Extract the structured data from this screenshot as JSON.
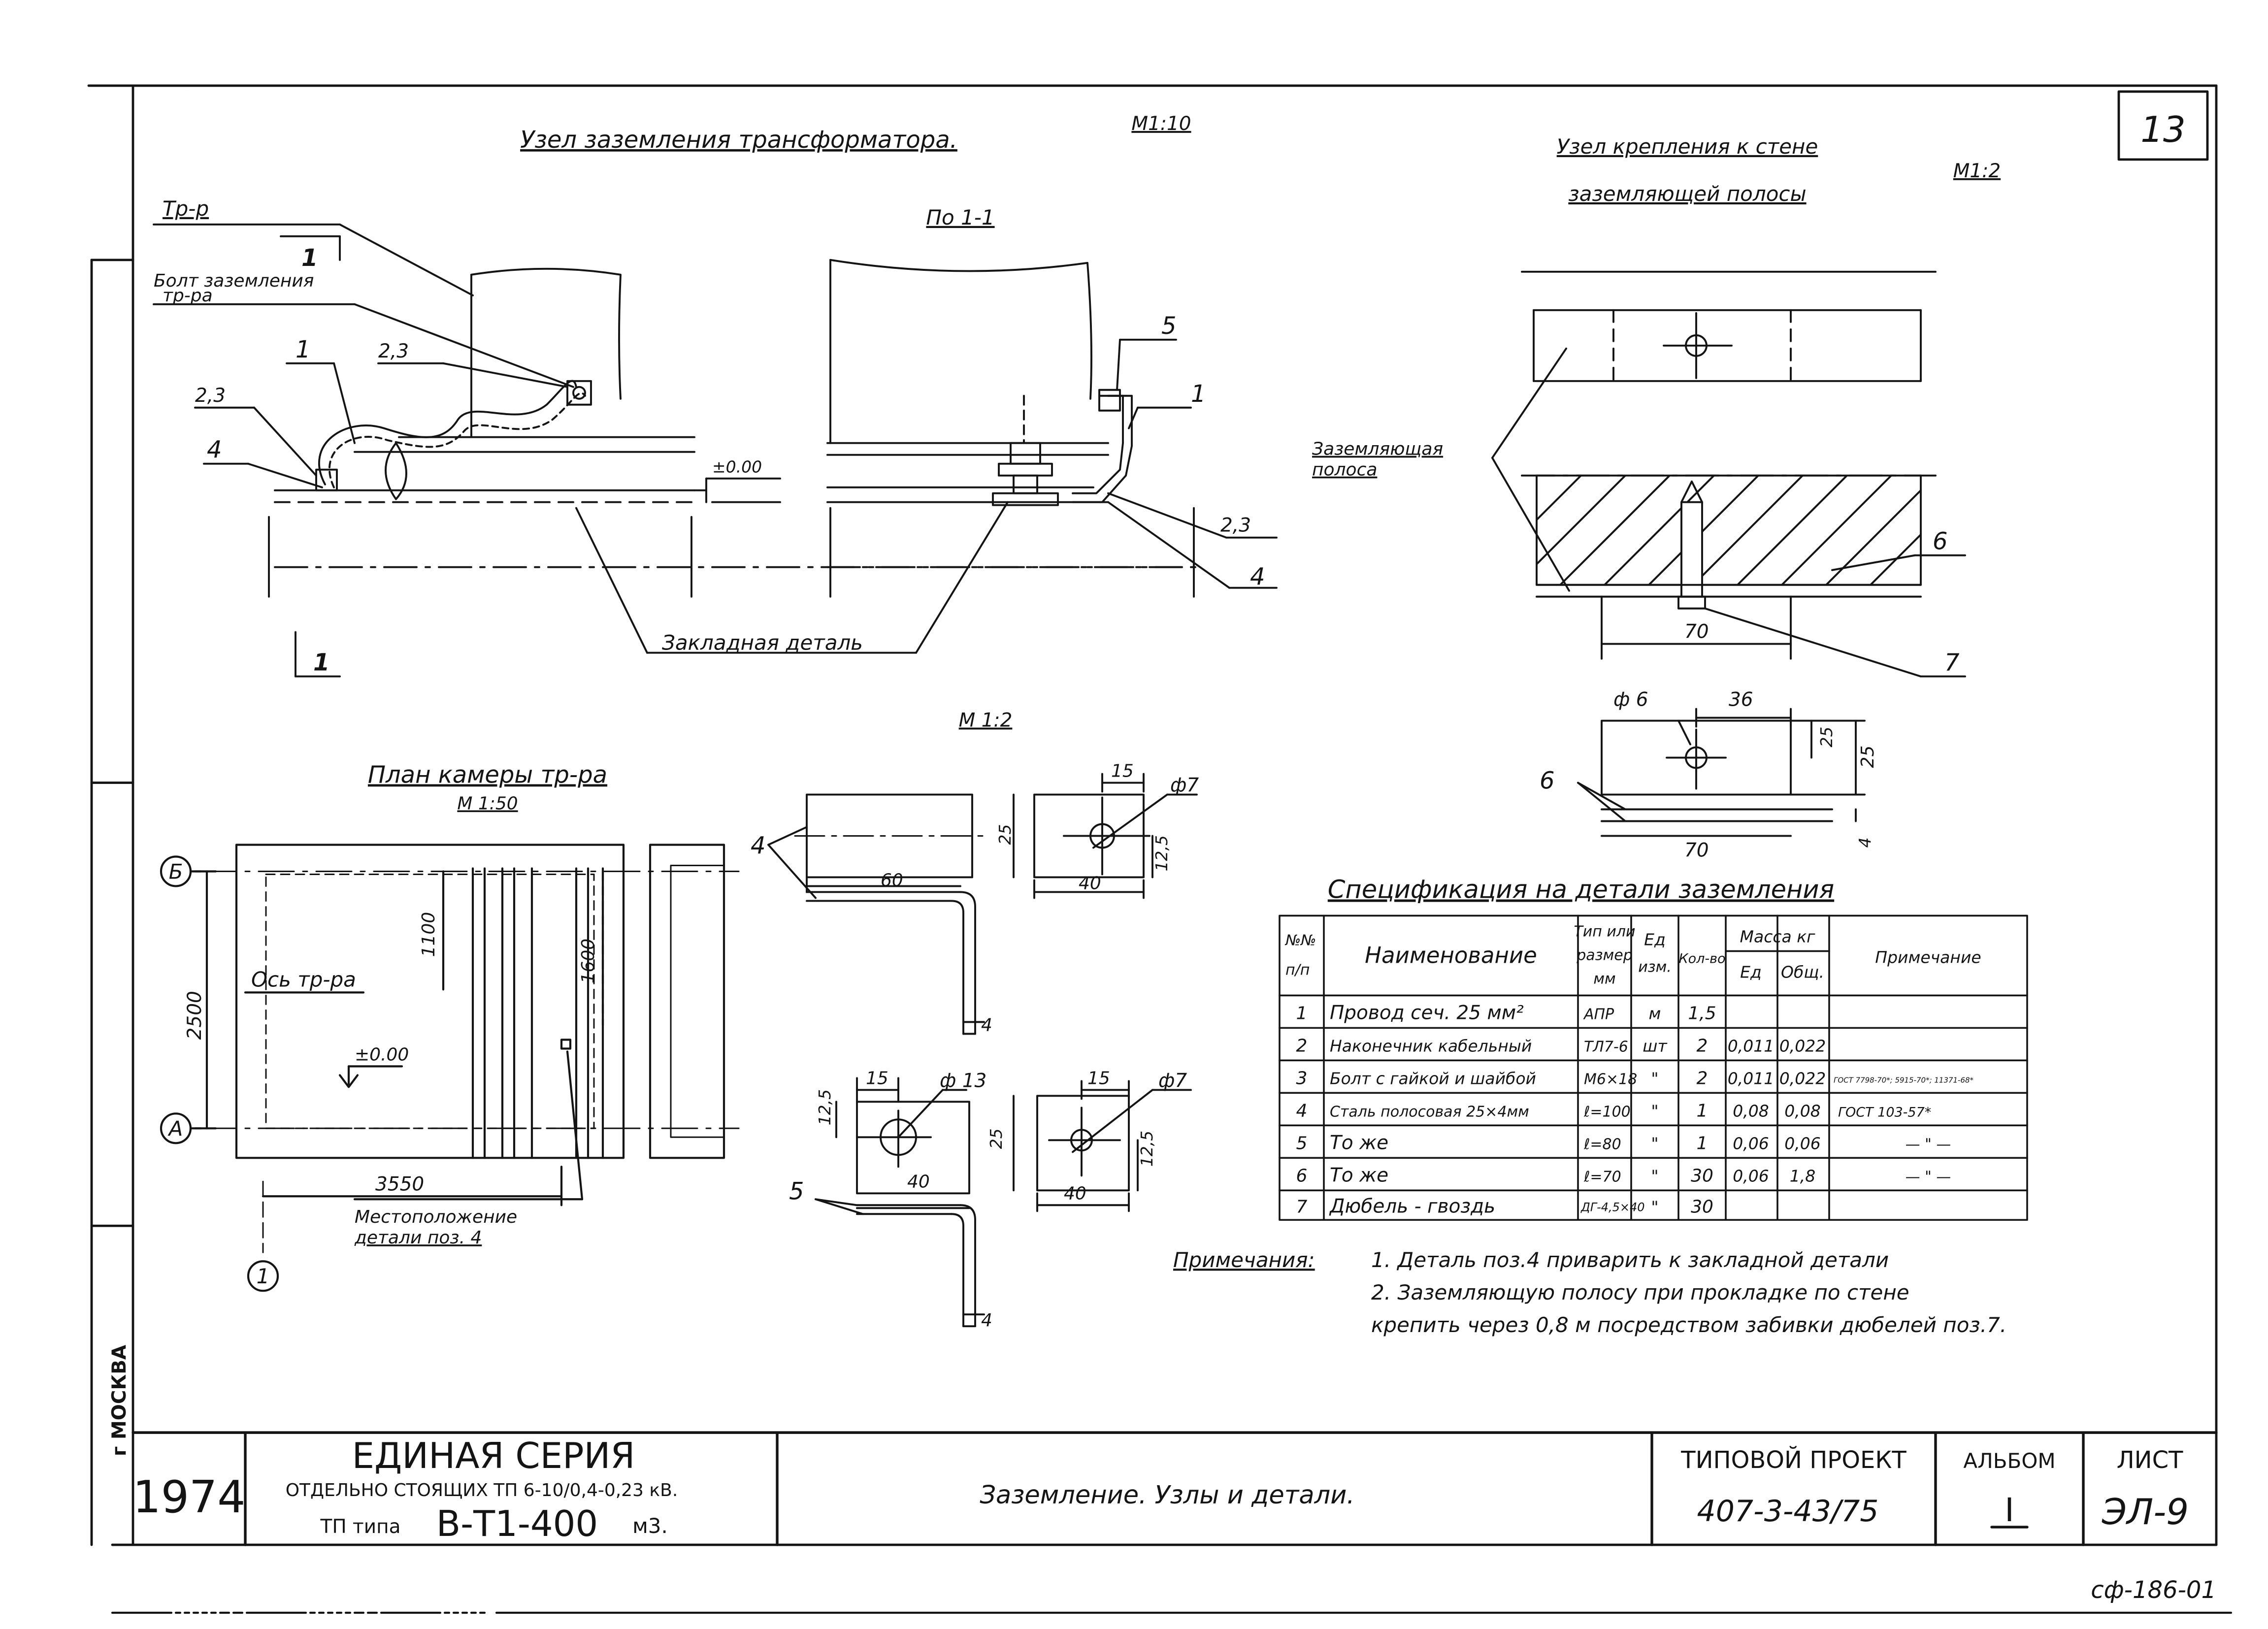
{
  "sheet": {
    "sheet_no": "13",
    "left_margin": "г МОСКВА",
    "bottom_code": "сф-186-01"
  },
  "views": {
    "node_title": "Узел заземления трансформатора.",
    "node_scale": "М1:10",
    "section_title": "По 1-1",
    "wall_title_1": "Узел крепления к стене",
    "wall_title_2": "заземляющей полосы",
    "wall_scale": "М1:2",
    "plan_title": "План камеры тр-ра",
    "plan_scale": "М 1:50",
    "details_scale": "М 1:2"
  },
  "labels": {
    "transformer": "Тр-р",
    "cut": "1",
    "bolt_1": "Болт заземления",
    "bolt_2": "тр-ра",
    "p1": "1",
    "p23a": "2,3",
    "p23b": "2,3",
    "p23c": "2,3",
    "p4a": "4",
    "p4b": "4",
    "p4c": "4",
    "p5": "5",
    "p1b": "1",
    "elev": "±0.00",
    "embed": "Закладная деталь",
    "strip_1": "Заземляющая",
    "strip_2": "полоса",
    "p6": "6",
    "p7": "7",
    "p6b": "6",
    "d70": "70",
    "d70b": "70",
    "d36": "36",
    "phi6": "ф 6",
    "d25a": "25",
    "d25b": "25",
    "d4w": "4",
    "axis_b": "Б",
    "axis_a": "А",
    "axis_1": "1",
    "d2500": "2500",
    "d1100": "1100",
    "d1600": "1600",
    "d3550": "3550",
    "axis_tr": "Ось тр-ра",
    "plan_elev": "±0.00",
    "loc_1": "Местоположение",
    "loc_2": "детали поз. 4",
    "p4d": "4",
    "p5b": "5",
    "d60": "60",
    "d25c": "25",
    "d15a": "15",
    "phi7a": "ф7",
    "d125a": "12,5",
    "d40a": "40",
    "d4a": "4",
    "d15b": "15",
    "phi13": "ф 13",
    "d125b": "12,5",
    "d25d": "25",
    "d40b": "40",
    "d4b": "4",
    "d15c": "15",
    "phi7b": "ф7",
    "d125c": "12,5",
    "d40c": "40"
  },
  "spec": {
    "title": "Спецификация на детали заземления",
    "headers": {
      "no_1": "№№",
      "no_2": "п/п",
      "name": "Наименование",
      "type_1": "Тип или",
      "type_2": "размер",
      "type_3": "мм",
      "unit_1": "Ед",
      "unit_2": "изм.",
      "qty": "Кол-во",
      "mass": "Масса кг",
      "mass_unit": "Ед",
      "mass_total": "Общ.",
      "note": "Примечание"
    },
    "rows": [
      {
        "no": "1",
        "name": "Провод сеч. 25 мм²",
        "type": "АПР",
        "unit": "м",
        "qty": "1,5",
        "m1": "",
        "m2": "",
        "note": ""
      },
      {
        "no": "2",
        "name": "Наконечник кабельный",
        "type": "ТЛ7-6",
        "unit": "шт",
        "qty": "2",
        "m1": "0,011",
        "m2": "0,022",
        "note": ""
      },
      {
        "no": "3",
        "name": "Болт с гайкой и шайбой",
        "type": "М6×18",
        "unit": "\"",
        "qty": "2",
        "m1": "0,011",
        "m2": "0,022",
        "note": "ГОСТ 7798-70*; 5915-70*; 11371-68*"
      },
      {
        "no": "4",
        "name": "Сталь полосовая 25×4мм",
        "type": "ℓ=100",
        "unit": "\"",
        "qty": "1",
        "m1": "0,08",
        "m2": "0,08",
        "note": "ГОСТ 103-57*"
      },
      {
        "no": "5",
        "name": "То же",
        "type": "ℓ=80",
        "unit": "\"",
        "qty": "1",
        "m1": "0,06",
        "m2": "0,06",
        "note": "— \" —"
      },
      {
        "no": "6",
        "name": "То же",
        "type": "ℓ=70",
        "unit": "\"",
        "qty": "30",
        "m1": "0,06",
        "m2": "1,8",
        "note": "— \" —"
      },
      {
        "no": "7",
        "name": "Дюбель - гвоздь",
        "type": "ДГ-4,5×40",
        "unit": "\"",
        "qty": "30",
        "m1": "",
        "m2": "",
        "note": ""
      }
    ]
  },
  "notes": {
    "heading": "Примечания:",
    "line1": "1. Деталь поз.4 приварить к закладной детали",
    "line2": "2. Заземляющую полосу при прокладке по стене",
    "line3": "крепить через 0,8 м посредством забивки дюбелей поз.7."
  },
  "title_block": {
    "year": "1974",
    "series": "ЕДИНАЯ   СЕРИЯ",
    "subtitle": "ОТДЕЛЬНО СТОЯЩИХ ТП 6-10/0,4-0,23 кВ.",
    "tp_prefix": "ТП типа",
    "tp_type": "В-Т1-400",
    "tp_suffix": "м3.",
    "description": "Заземление.  Узлы и детали.",
    "project_label": "ТИПОВОЙ ПРОЕКТ",
    "project_no": "407-3-43/75",
    "album_label": "АЛЬБОМ",
    "album_no": "I",
    "sheet_label": "ЛИСТ",
    "sheet_code": "ЭЛ-9"
  }
}
